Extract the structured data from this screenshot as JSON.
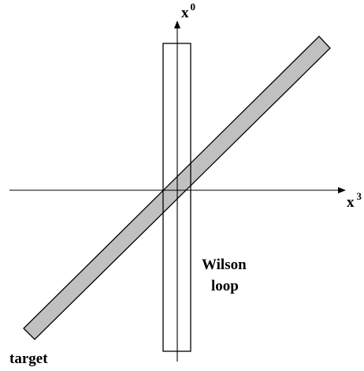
{
  "axes": {
    "vertical": {
      "name": "x",
      "superscript": "0"
    },
    "horizontal": {
      "name": "x",
      "superscript": "3"
    }
  },
  "labels": {
    "wilson_line1": "Wilson",
    "wilson_line2": "loop",
    "target": "target"
  },
  "colors": {
    "ink": "#000000",
    "target_fill": "#c0c0c0",
    "background": "#ffffff"
  }
}
